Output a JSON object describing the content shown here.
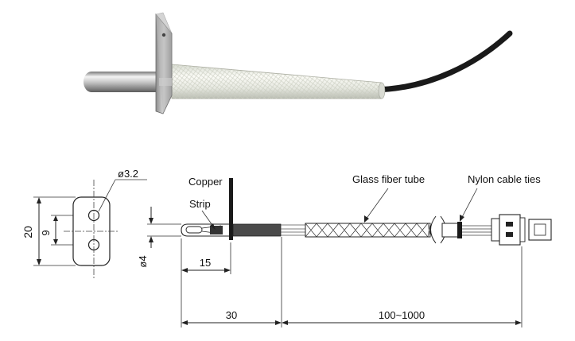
{
  "labels": {
    "hole_diameter": "ø3.2",
    "copper": "Copper",
    "strip": "Strip",
    "glass_fiber_tube": "Glass fiber tube",
    "nylon_cable_ties": "Nylon cable ties",
    "plate_height": "20",
    "hole_pitch": "9",
    "probe_diameter": "ø4",
    "flange_offset": "15",
    "probe_length": "30",
    "cable_length": "100~1000"
  }
}
